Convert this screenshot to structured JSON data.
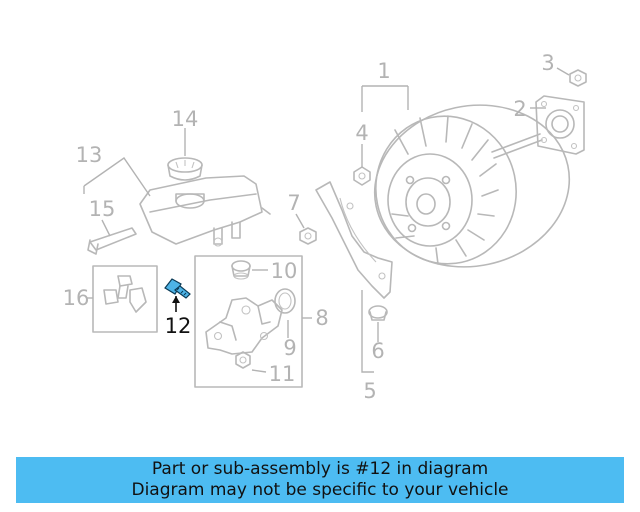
{
  "diagram": {
    "callouts": [
      {
        "key": "c1",
        "label": "1"
      },
      {
        "key": "c2",
        "label": "2"
      },
      {
        "key": "c3",
        "label": "3"
      },
      {
        "key": "c4",
        "label": "4"
      },
      {
        "key": "c5",
        "label": "5"
      },
      {
        "key": "c6",
        "label": "6"
      },
      {
        "key": "c7",
        "label": "7"
      },
      {
        "key": "c8",
        "label": "8"
      },
      {
        "key": "c9",
        "label": "9"
      },
      {
        "key": "c10",
        "label": "10"
      },
      {
        "key": "c11",
        "label": "11"
      },
      {
        "key": "c12",
        "label": "12",
        "highlighted": true
      },
      {
        "key": "c13",
        "label": "13"
      },
      {
        "key": "c14",
        "label": "14"
      },
      {
        "key": "c15",
        "label": "15"
      },
      {
        "key": "c16",
        "label": "16"
      }
    ],
    "highlight_color": "#4db3e6",
    "line_color": "#b8b8b8"
  },
  "caption": {
    "line1": "Part or sub-assembly is #12 in diagram",
    "line2": "Diagram may not be specific to your vehicle",
    "background": "#4dbcf2"
  }
}
